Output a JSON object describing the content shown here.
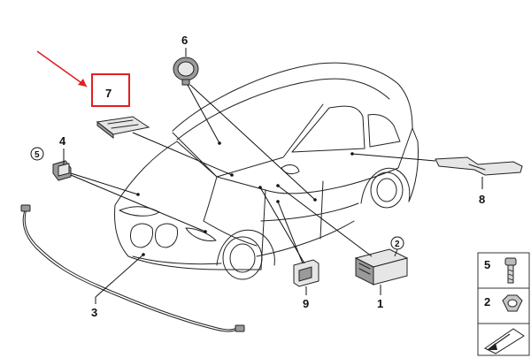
{
  "colors": {
    "line": "#222222",
    "highlight": "#e02020",
    "part_fill": "#e6e6e6",
    "background": "#ffffff"
  },
  "callouts": {
    "c1": "1",
    "c2": "2",
    "c3": "3",
    "c4": "4",
    "c5": "5",
    "c6": "6",
    "c7": "7",
    "c8": "8",
    "c9": "9"
  },
  "legend": {
    "row1": "5",
    "row2": "2"
  },
  "icons": {
    "highlight_arrow": "red-arrow-icon",
    "bolt": "bolt-icon",
    "nut": "nut-icon",
    "shim": "shim-icon"
  }
}
